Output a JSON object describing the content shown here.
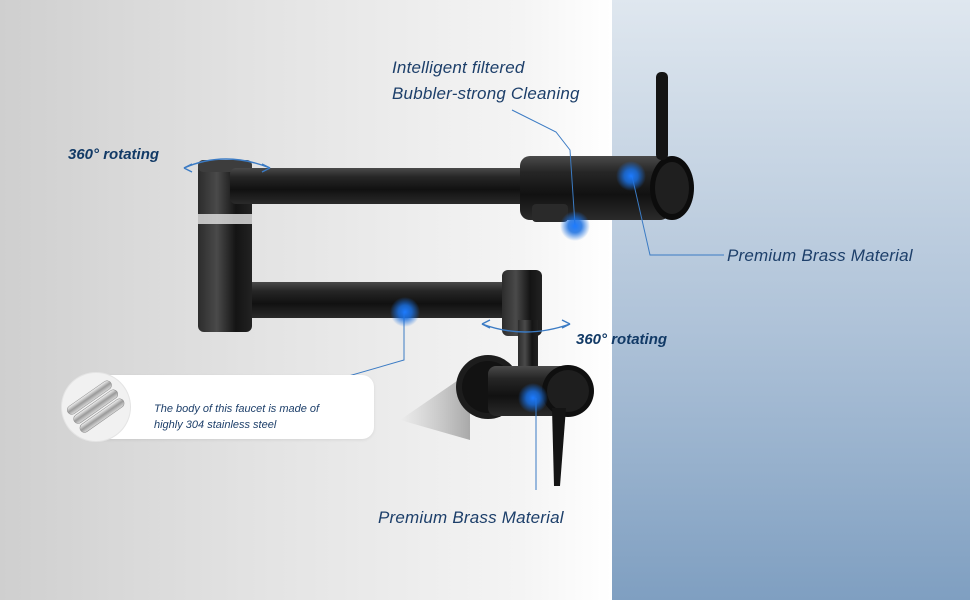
{
  "labels": {
    "top_line1": "Intelligent filtered",
    "top_line2": "Bubbler-strong Cleaning",
    "premium_right": "Premium Brass Material",
    "premium_bottom": "Premium Brass Material",
    "rotate_left": "360° rotating",
    "rotate_right": "360° rotating"
  },
  "callout": {
    "line1": "The body of this faucet  is made of",
    "line2": "highly 304 stainless steel"
  },
  "colors": {
    "label_text": "#1d3f6a",
    "leader_line": "#3b7bc4",
    "hotspot": "#1a6fe0",
    "faucet_black": "#151515",
    "wall_left": "#e6e6e6",
    "wall_right": "#9db4ce"
  }
}
